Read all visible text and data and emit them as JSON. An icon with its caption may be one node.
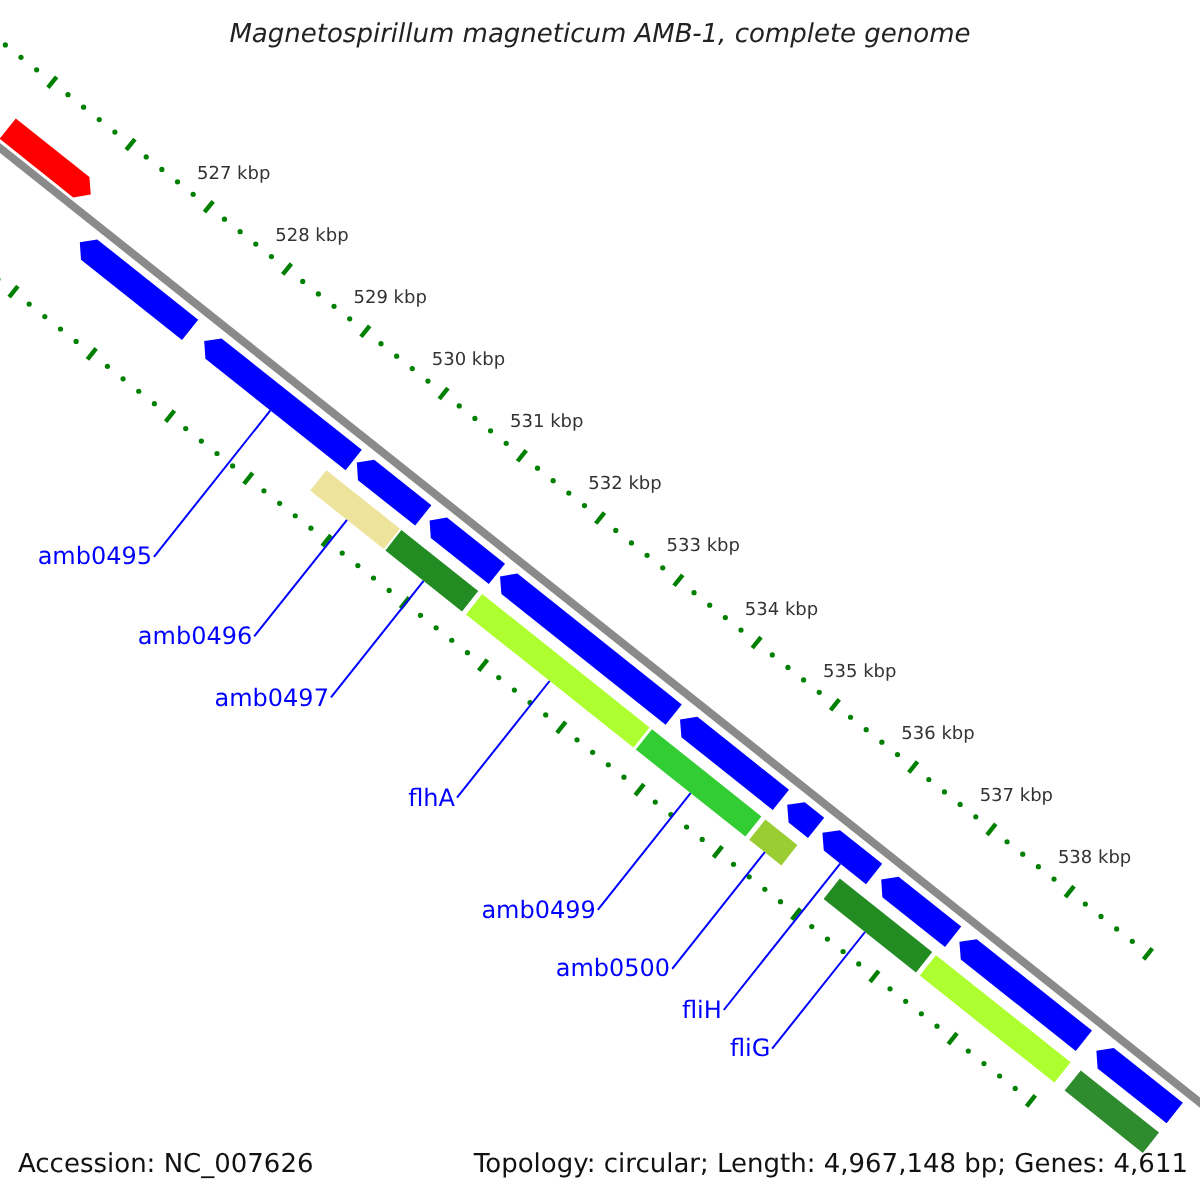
{
  "diagram": {
    "title": "Magnetospirillum magneticum AMB-1, complete genome",
    "nodes": [
      {
        "text": [
          "amb0495"
        ]
      },
      {
        "text": [
          "amb0496"
        ]
      },
      {
        "text": [
          "amb0497"
        ]
      },
      {
        "text": [
          "flhA"
        ]
      },
      {
        "text": [
          "amb0499"
        ]
      },
      {
        "text": [
          "amb0500"
        ]
      },
      {
        "text": [
          "fliH"
        ]
      },
      {
        "text": [
          "fliG"
        ]
      },
      {
        "text": [],
        "shape": "bar"
      },
      {
        "text": [],
        "shape": "bar"
      },
      {
        "text": [],
        "shape": "bar"
      },
      {
        "text": [],
        "shape": "bar"
      },
      {
        "text": [],
        "shape": "bar"
      },
      {
        "text": [],
        "shape": "bar"
      },
      {
        "text": [],
        "shape": "bar"
      },
      {
        "text": [],
        "shape": "bar"
      },
      {
        "text": [],
        "shape": "bar"
      },
      {
        "text": [],
        "shape": "bar"
      },
      {
        "text": [],
        "shape": "bar"
      },
      {
        "text": [],
        "shape": "bar"
      },
      {
        "text": [],
        "shape": "bar"
      },
      {
        "text": [],
        "shape": "bar"
      },
      {
        "text": [],
        "shape": "bar"
      },
      {
        "text": [],
        "shape": "bar"
      },
      {
        "text": [],
        "shape": "bar"
      },
      {
        "text": [],
        "shape": "bar"
      },
      {
        "text": [],
        "shape": "bar"
      },
      {
        "text": [],
        "shape": "bar"
      }
    ],
    "edges": [
      {
        "from": 0,
        "to": 10,
        "arrow": "none"
      },
      {
        "from": 1,
        "to": 11,
        "arrow": "none"
      },
      {
        "from": 2,
        "to": 13,
        "arrow": "none"
      },
      {
        "from": 3,
        "to": 15,
        "arrow": "none"
      },
      {
        "from": 4,
        "to": 17,
        "arrow": "none"
      },
      {
        "from": 5,
        "to": 19,
        "arrow": "none"
      },
      {
        "from": 6,
        "to": 21,
        "arrow": "none"
      },
      {
        "from": 7,
        "to": 22,
        "arrow": "none"
      }
    ],
    "labels": [
      "527 kbp",
      "528 kbp",
      "529 kbp",
      "530 kbp",
      "531 kbp",
      "532 kbp",
      "533 kbp",
      "534 kbp",
      "535 kbp",
      "536 kbp",
      "537 kbp",
      "538 kbp",
      "Accession: NC_007626",
      "Topology: circular; Length: 4,967,148 bp; Genes: 4,611"
    ]
  }
}
